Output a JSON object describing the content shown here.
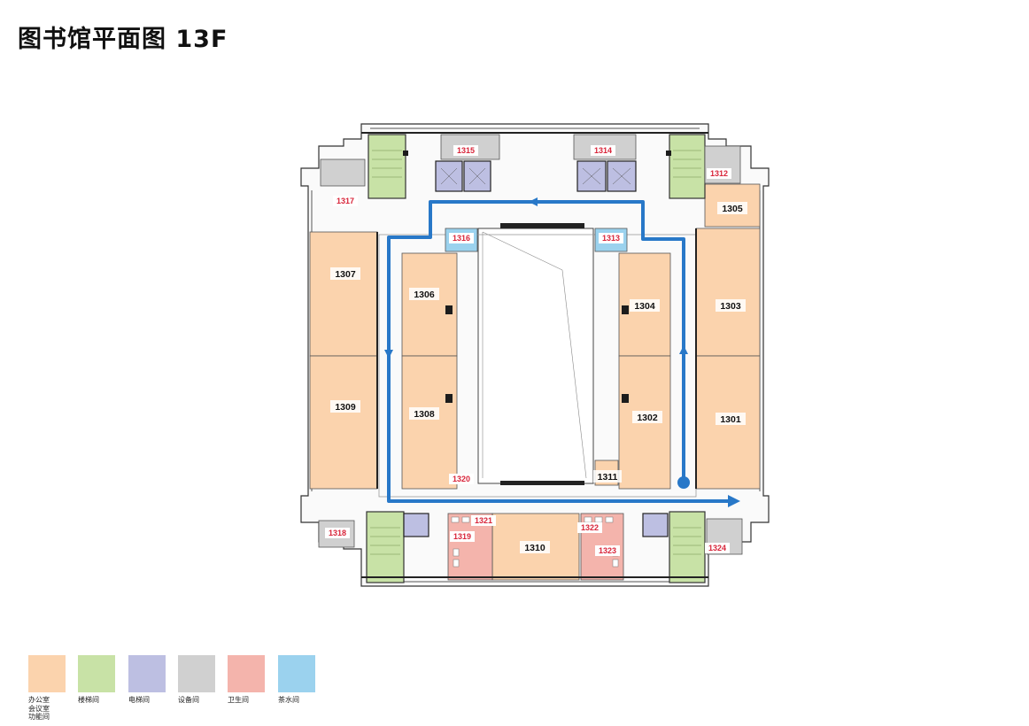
{
  "title": "图书馆平面图 13F",
  "colors": {
    "office": "#fbd3ad",
    "stair": "#c8e2a6",
    "elevator": "#bdbfe2",
    "equipment": "#d0d0d0",
    "toilet": "#f4b4ac",
    "tea": "#9bd2ee",
    "route": "#2878c8",
    "wall": "#2a2a2a",
    "label_red": "#d8253a"
  },
  "rooms": {
    "r1301": "1301",
    "r1302": "1302",
    "r1303": "1303",
    "r1304": "1304",
    "r1305": "1305",
    "r1306": "1306",
    "r1307": "1307",
    "r1308": "1308",
    "r1309": "1309",
    "r1310": "1310",
    "r1311": "1311",
    "r1312": "1312",
    "r1313": "1313",
    "r1314": "1314",
    "r1315": "1315",
    "r1316": "1316",
    "r1317": "1317",
    "r1318": "1318",
    "r1319": "1319",
    "r1320": "1320",
    "r1321": "1321",
    "r1322": "1322",
    "r1323": "1323",
    "r1324": "1324"
  },
  "legend": [
    {
      "key": "office",
      "label": "办公室\n会议室\n功能间",
      "color": "#fbd3ad"
    },
    {
      "key": "stair",
      "label": "楼梯间",
      "color": "#c8e2a6"
    },
    {
      "key": "elevator",
      "label": "电梯间",
      "color": "#bdbfe2"
    },
    {
      "key": "equipment",
      "label": "设备间",
      "color": "#d0d0d0"
    },
    {
      "key": "toilet",
      "label": "卫生间",
      "color": "#f4b4ac"
    },
    {
      "key": "tea",
      "label": "茶水间",
      "color": "#9bd2ee"
    }
  ]
}
